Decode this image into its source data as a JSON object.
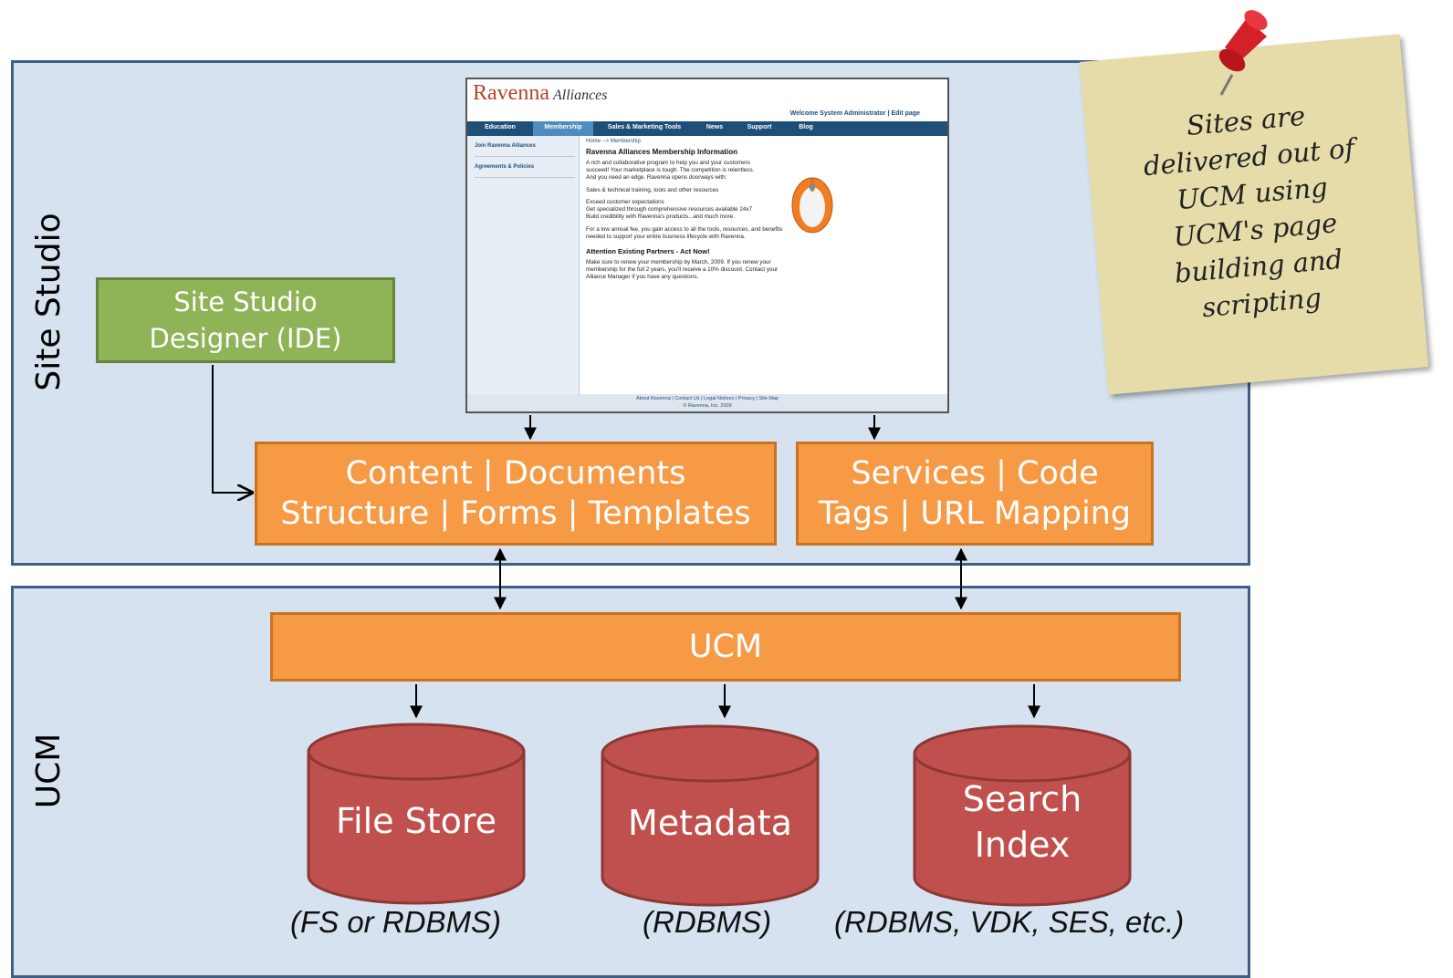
{
  "diagram": {
    "site_studio_label": "Site Studio",
    "ucm_label": "UCM",
    "designer_lines": [
      "Site Studio",
      "Designer (IDE)"
    ],
    "content_lines": [
      "Content | Documents",
      "Structure | Forms | Templates"
    ],
    "services_lines": [
      "Services | Code",
      "Tags | URL Mapping"
    ],
    "ucm_bar": "UCM",
    "stores": [
      {
        "lines": [
          "File Store"
        ],
        "caption": "(FS or RDBMS)"
      },
      {
        "lines": [
          "Metadata"
        ],
        "caption": "(RDBMS)"
      },
      {
        "lines": [
          "Search",
          "Index"
        ],
        "caption": "(RDBMS, VDK, SES, etc.)"
      }
    ],
    "note_lines": [
      "Sites are",
      "delivered out of",
      "UCM using",
      "UCM's page",
      "building and",
      "scripting"
    ]
  },
  "screenshot": {
    "logo": "Ravenna",
    "logo_sub": "Alliances",
    "welcome": "Welcome System Administrator  |  Edit page",
    "nav": [
      "Education",
      "Membership",
      "Sales & Marketing Tools",
      "News",
      "Support",
      "Blog"
    ],
    "sidebar": [
      "Join Ravenna Alliances",
      "Agreements & Policies"
    ],
    "breadcrumb": "Home --> Membership",
    "heading": "Ravenna Alliances Membership Information",
    "para1": [
      "A rich and collaborative program to help you and your customers",
      "succeed! Your marketplace is tough. The competition is relentless.",
      "And you need an edge. Ravenna opens doorways with:"
    ],
    "para2": [
      "Sales & technical training, tools and other resources"
    ],
    "para3": [
      "Exceed customer expectations",
      "Get specialized through comprehensive resources available 24x7",
      "Build credibility with Ravenna's products...and much more."
    ],
    "para4": [
      "For a low annual fee, you gain access to all the tools, resources, and benefits",
      "needed to support your entire business lifecycle with Ravenna."
    ],
    "heading2": "Attention Existing Partners - Act Now!",
    "para5": [
      "Make sure to renew your membership by March, 2009. If you renew your",
      "membership for the full 2 years, you'll receive a 10% discount. Contact your",
      "Alliance Manager if you have any questions."
    ],
    "footer1": "About Ravenna  |  Contact Us  |  Legal Notices  |  Privacy  |  Site Map",
    "footer2": "© Ravenna, Inc. 2009"
  },
  "colors": {
    "panel_fill": "#d6e2ef",
    "panel_border": "#3e5f86",
    "orange": "#f79a46",
    "green": "#8fb357",
    "database_red": "#c0504d",
    "note_yellow": "#e6dcaa",
    "pin_red": "#d42027"
  }
}
